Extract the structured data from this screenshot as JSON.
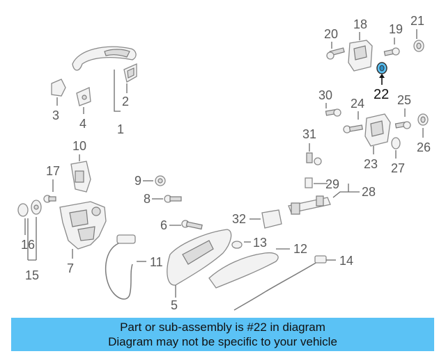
{
  "callouts": {
    "c1": "1",
    "c2": "2",
    "c3": "3",
    "c4": "4",
    "c5": "5",
    "c6": "6",
    "c7": "7",
    "c8": "8",
    "c9": "9",
    "c10": "10",
    "c11": "11",
    "c12": "12",
    "c13": "13",
    "c14": "14",
    "c15": "15",
    "c16": "16",
    "c17": "17",
    "c18": "18",
    "c19": "19",
    "c20": "20",
    "c21": "21",
    "c22": "22",
    "c23": "23",
    "c24": "24",
    "c25": "25",
    "c26": "26",
    "c27": "27",
    "c28": "28",
    "c29": "29",
    "c30": "30",
    "c31": "31",
    "c32": "32"
  },
  "highlight": {
    "part": "22",
    "color": "#5bc2f5"
  },
  "banner": {
    "line1": "Part or sub-assembly is #22 in diagram",
    "line2": "Diagram may not be specific to your vehicle",
    "color": "#5bc2f5"
  }
}
